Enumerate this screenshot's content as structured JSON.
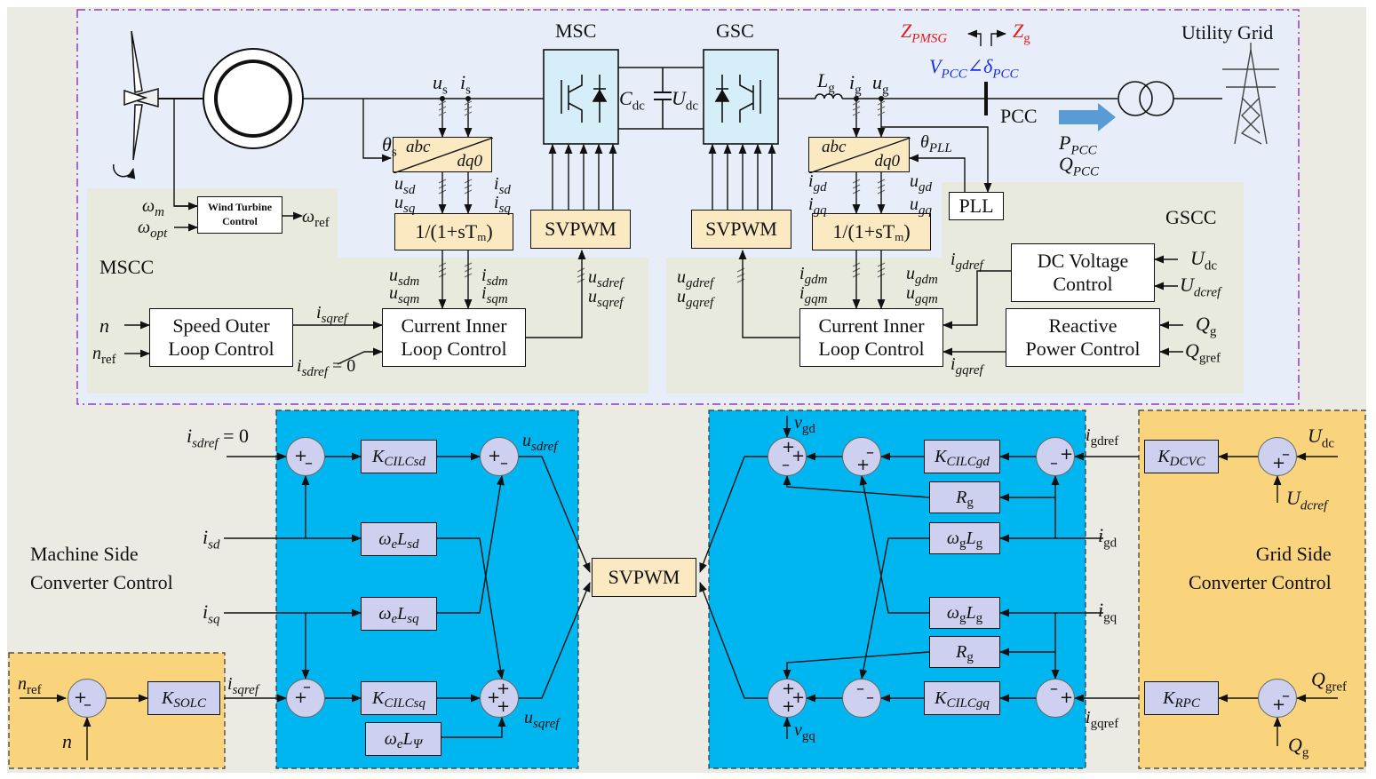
{
  "top": {
    "labels": {
      "msc": "MSC",
      "gsc": "GSC",
      "utility_grid": "Utility Grid",
      "pcc": "PCC",
      "mscc": "MSCC",
      "gscc": "GSCC",
      "us": "u",
      "is": "i",
      "theta_s": "θ",
      "cdc": "C",
      "udc": "U",
      "lg": "L",
      "ig": "i",
      "ug": "u",
      "theta_pll": "θ",
      "z_pmsg": "Z",
      "z_g": "Z",
      "v_pcc": "V",
      "delta_pcc": "∠δ",
      "p_pcc": "P",
      "q_pcc": "Q",
      "omega_m": "ω",
      "omega_opt": "ω",
      "omega_ref": "ω",
      "usd": "u",
      "usq": "u",
      "isd": "i",
      "isq": "i",
      "igd": "i",
      "igq": "i",
      "ugd": "u",
      "ugq": "u",
      "usdm": "u",
      "usqm": "u",
      "isdm": "i",
      "isqm": "i",
      "usdref": "u",
      "usqref": "u",
      "ugdref": "u",
      "ugqref": "u",
      "igdm": "i",
      "igqm": "i",
      "ugdm": "u",
      "ugqm": "u",
      "igdref": "i",
      "igqref": "i",
      "n": "n",
      "nref": "n",
      "isqref": "i",
      "isdref_zero": "i",
      "udc_in": "U",
      "udcref_in": "U",
      "qg_in": "Q",
      "qgref_in": "Q"
    },
    "boxes": {
      "abc": "abc",
      "dq0": "dq0",
      "wtc": [
        "Wind Turbine",
        "Control"
      ],
      "lpf": "1/(1+sT",
      "svpwm": "SVPWM",
      "pll": "PLL",
      "speed": [
        "Speed Outer",
        "Loop Control"
      ],
      "current": [
        "Current Inner",
        "Loop Control"
      ],
      "dcv": [
        "DC Voltage",
        "Control"
      ],
      "rpc": [
        "Reactive",
        "Power Control"
      ]
    }
  },
  "bottom": {
    "labels": {
      "msc_title": [
        "Machine Side",
        "Converter Control"
      ],
      "gsc_title": [
        "Grid Side",
        "Converter Control"
      ],
      "isdref0": "i",
      "isd": "i",
      "isq": "i",
      "nref": "n",
      "n": "n",
      "isqref": "i",
      "usdref": "u",
      "usqref": "u",
      "vgd": "v",
      "vgq": "v",
      "igdref": "i",
      "igqref": "i",
      "igd": "i",
      "igq": "i",
      "udc": "U",
      "udcref": "U",
      "qgref": "Q",
      "qg": "Q"
    },
    "boxes": {
      "k_cilcsd": "K",
      "k_cilcsq": "K",
      "we_lsd": "ω",
      "we_lsq": "ω",
      "we_lpsi": "ω",
      "k_solc": "K",
      "svpwm": "SVPWM",
      "k_cilcgd": "K",
      "k_cilcgq": "K",
      "rg1": "R",
      "rg2": "R",
      "wg_lg1": "ω",
      "wg_lg2": "ω",
      "k_dcvc": "K",
      "k_rpc": "K"
    }
  },
  "colors": {
    "top_background": "#e8eef9",
    "control_panel": "#e7eadc",
    "cream_block": "#fbe9c2",
    "converter_block": "#d6eef8",
    "blue_panel": "#00b6f0",
    "yellow_panel": "#f9d47c",
    "sum_node": "#cdd0ee",
    "border_dashed": "#8a3fc9",
    "impedance_red": "#e41b1b",
    "pcc_voltage_blue": "#1b2ee0"
  }
}
